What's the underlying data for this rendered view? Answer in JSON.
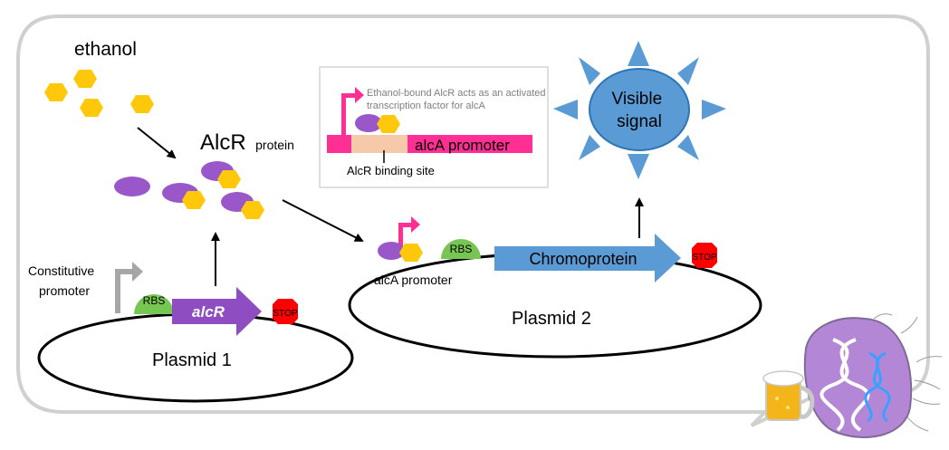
{
  "labels": {
    "ethanol": "ethanol",
    "alcr": "AlcR",
    "protein": "protein",
    "constitutive_line1": "Constitutive",
    "constitutive_line2": "promoter",
    "rbs": "RBS",
    "alcr_gene": "alcR",
    "stop": "STOP",
    "plasmid1": "Plasmid 1",
    "plasmid2": "Plasmid 2",
    "alca_promoter": "alcA promoter",
    "chromoprotein": "Chromoprotein",
    "visible_line1": "Visible",
    "visible_line2": "signal"
  },
  "inset": {
    "note_line1": "Ethanol-bound AlcR acts as an activated",
    "note_line2": "transcription factor for alcA",
    "promoter_label": "alcA promoter",
    "binding_site": "AlcR binding site"
  },
  "colors": {
    "ethanol": "#ffc80a",
    "alcr_protein": "#9a57c9",
    "rbs": "#77c653",
    "gene_alcr": "#8e4dc1",
    "chromoprotein": "#5b9bd5",
    "stop": "#ff0000",
    "promoter_pink": "#ff2f93",
    "binding_site": "#f6c9aa",
    "sun": "#5b9bd5",
    "frame": "#d3d3d3"
  }
}
